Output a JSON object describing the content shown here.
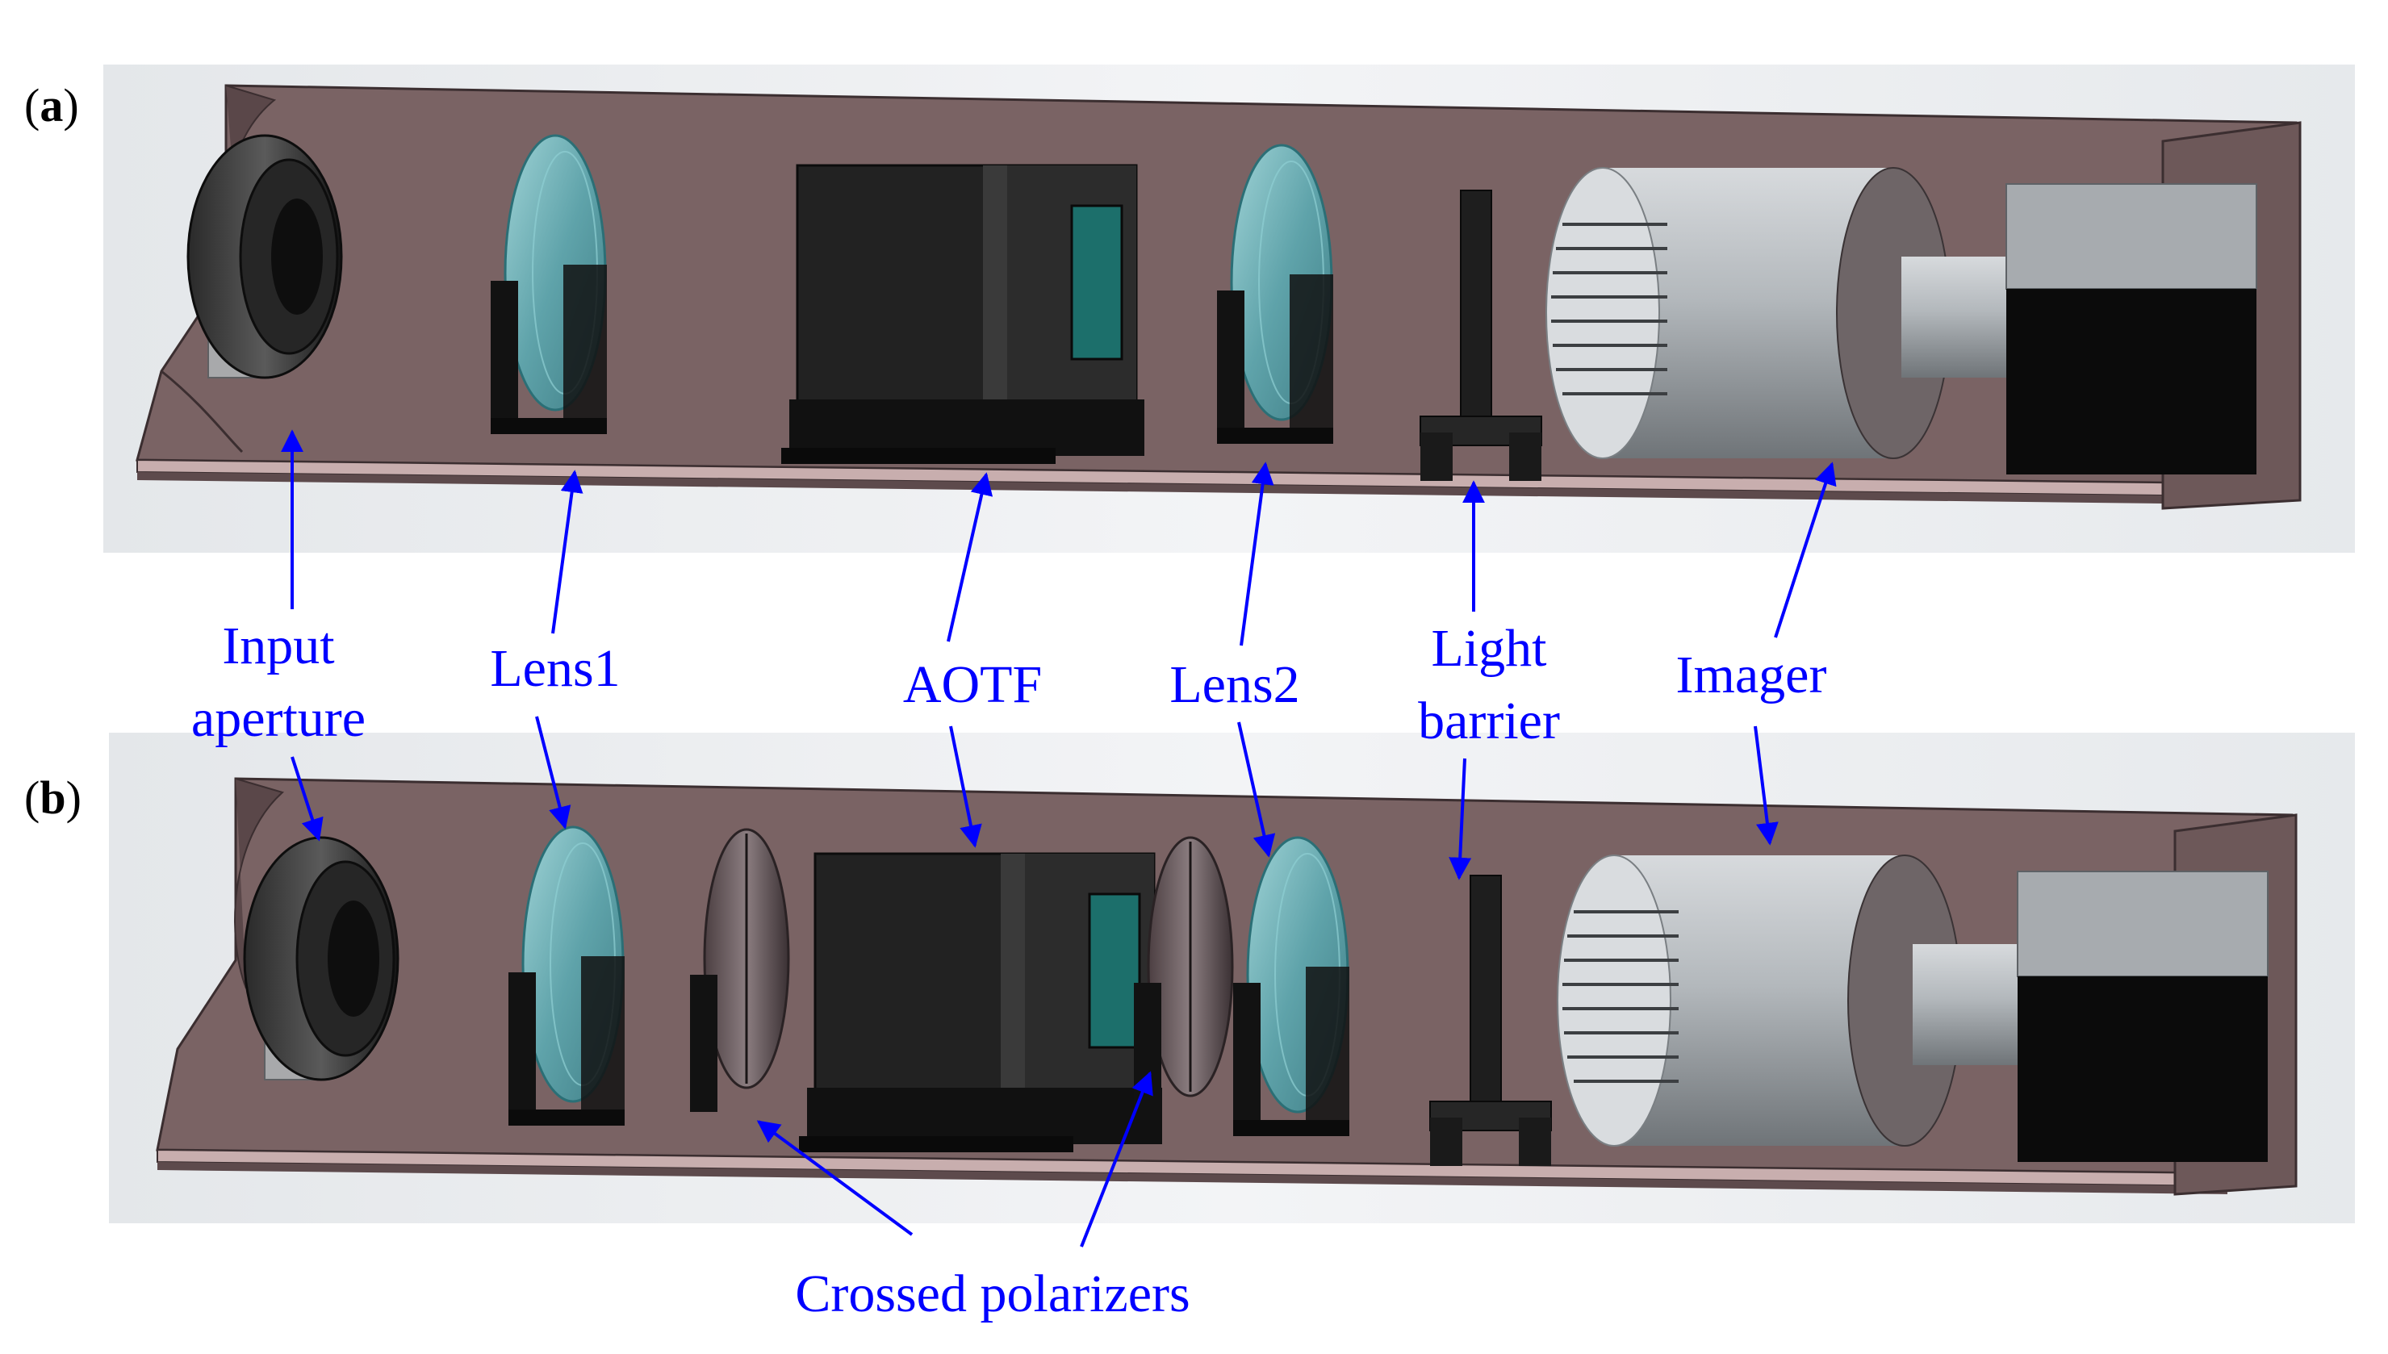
{
  "panels": {
    "a": {
      "label_open": "(",
      "label_letter": "a",
      "label_close": ")"
    },
    "b": {
      "label_open": "(",
      "label_letter": "b",
      "label_close": ")"
    }
  },
  "callouts": {
    "input_aperture": {
      "line1": "Input",
      "line2": "aperture"
    },
    "lens1": {
      "text": "Lens1"
    },
    "aotf": {
      "text": "AOTF"
    },
    "lens2": {
      "text": "Lens2"
    },
    "light_barrier": {
      "line1": "Light",
      "line2": "barrier"
    },
    "imager": {
      "text": "Imager"
    },
    "crossed_polarizers": {
      "text": "Crossed polarizers"
    }
  },
  "colors": {
    "callout": "#0000ff",
    "housing": "#7a6364",
    "housing_floor": "#c8aeae",
    "lens_glass": "#6fb3b8",
    "component_dark": "#1a1a1a",
    "imager_metal": "#a9aeb2",
    "background_panel": "#e9ecef"
  }
}
